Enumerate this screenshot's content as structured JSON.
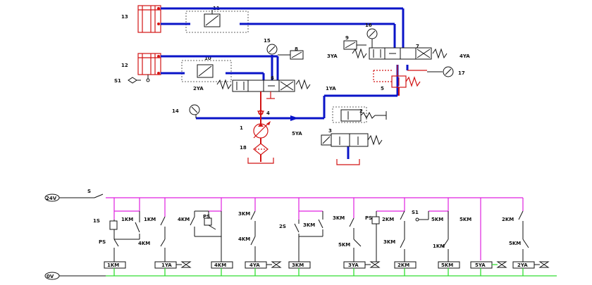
{
  "hydraulic": {
    "labels": {
      "l13": "13",
      "l11": "11",
      "l12": "12",
      "l10": "10",
      "lS1": "S1",
      "l15": "15",
      "l8": "8",
      "l6": "6",
      "l2YA": "2YA",
      "l1YA": "1YA",
      "l9": "9",
      "l16": "16",
      "l7": "7",
      "l3YA": "3YA",
      "l4YA": "4YA",
      "l5": "5",
      "l17": "17",
      "l14": "14",
      "l4": "4",
      "l1": "1",
      "l2": "2",
      "l5YA": "5YA",
      "l3": "3",
      "l18": "18"
    }
  },
  "electrical": {
    "supply_label": "24V",
    "ground_label": "0V",
    "switch_s": "S",
    "contacts": {
      "sb": "1S",
      "ps_a": "PS",
      "km1_a": "1KM",
      "km1_b": "1KM",
      "km4_a": "4KM",
      "ps_b": "PS",
      "km4_b": "4KM",
      "km3_a": "3KM",
      "km4_c": "4KM",
      "s2": "2S",
      "km3_b": "3KM",
      "km3_c": "3KM",
      "ps_c": "PS",
      "km2_a": "2KM",
      "km5_a": "5KM",
      "km3_d": "3KM",
      "s1": "S1",
      "km5_b": "5KM",
      "km1_c": "1KM",
      "km5_c": "5KM",
      "km2_b": "2KM",
      "km5_d": "5KM"
    },
    "loads": [
      "1KM",
      "1YA",
      "4KM",
      "4YA",
      "3KM",
      "3YA",
      "2KM",
      "5KM",
      "5YA",
      "2YA"
    ]
  },
  "colors": {
    "pressure_line": "#0a14c8",
    "supply_line": "#d21414",
    "power_rail": "#e020e0",
    "ground_rail": "#33dd33"
  }
}
